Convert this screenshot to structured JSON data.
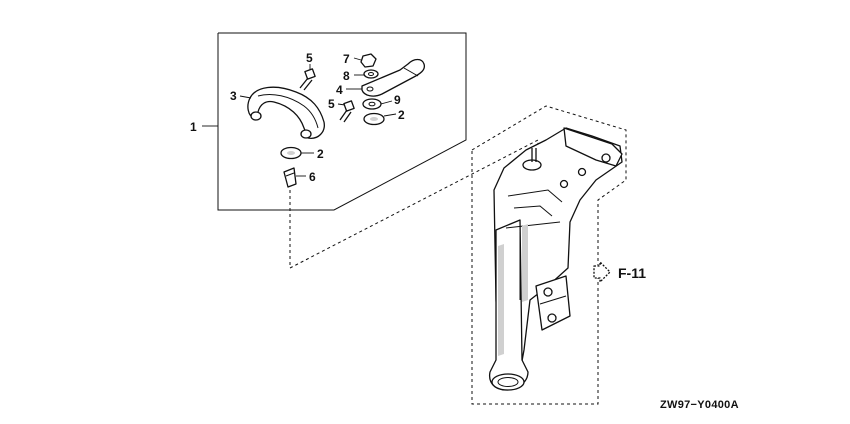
{
  "callouts": {
    "c1": "1",
    "c2a": "2",
    "c2b": "2",
    "c3": "3",
    "c4": "4",
    "c5a": "5",
    "c5b": "5",
    "c6": "6",
    "c7": "7",
    "c8": "8",
    "c9": "9"
  },
  "reference": {
    "label": "F-11"
  },
  "diagram_code": "ZW97−Y0400A",
  "icons": [
    "arrow-right-outline-icon"
  ],
  "colors": {
    "line": "#111111",
    "background": "#ffffff"
  }
}
